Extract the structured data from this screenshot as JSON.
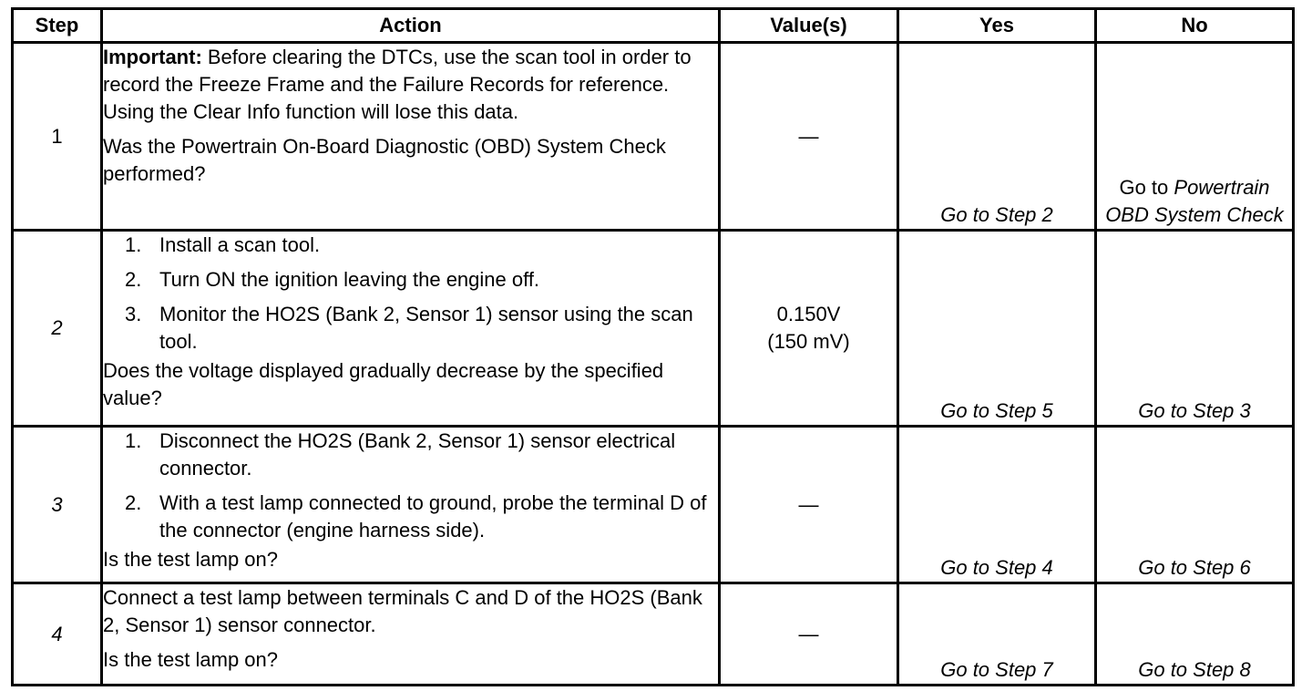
{
  "headers": {
    "step": "Step",
    "action": "Action",
    "values": "Value(s)",
    "yes": "Yes",
    "no": "No"
  },
  "rows": [
    {
      "step": "1",
      "important_label": "Important:",
      "important_text": " Before clearing the DTCs, use the scan tool in order to record the Freeze Frame and the Failure Records for reference. Using the Clear Info function will lose this data.",
      "question": "Was the Powertrain On-Board Diagnostic (OBD) System Check performed?",
      "value": "—",
      "yes": "Go to Step 2",
      "no_prefix": "Go to",
      "no_link": "Powertrain OBD System Check"
    },
    {
      "step": "2",
      "steps": [
        {
          "num": "1.",
          "text": "Install a scan tool."
        },
        {
          "num": "2.",
          "text": "Turn ON the ignition leaving the engine off."
        },
        {
          "num": "3.",
          "text": "Monitor the HO2S (Bank 2, Sensor 1) sensor using the scan tool."
        }
      ],
      "question": "Does the voltage displayed gradually decrease by the specified value?",
      "value_line1": "0.150V",
      "value_line2": "(150 mV)",
      "yes": "Go to Step 5",
      "no": "Go to Step 3"
    },
    {
      "step": "3",
      "steps": [
        {
          "num": "1.",
          "text": "Disconnect the HO2S (Bank 2, Sensor 1) sensor electrical connector."
        },
        {
          "num": "2.",
          "text": "With a test lamp connected to ground, probe the terminal D of the connector (engine harness side)."
        }
      ],
      "question": "Is the test lamp on?",
      "value": "—",
      "yes": "Go to Step 4",
      "no": "Go to Step 6"
    },
    {
      "step": "4",
      "instruction": "Connect a test lamp between terminals C and D of the HO2S (Bank 2, Sensor 1) sensor connector.",
      "question": "Is the test lamp on?",
      "value": "—",
      "yes": "Go to Step 7",
      "no": "Go to Step 8"
    }
  ]
}
